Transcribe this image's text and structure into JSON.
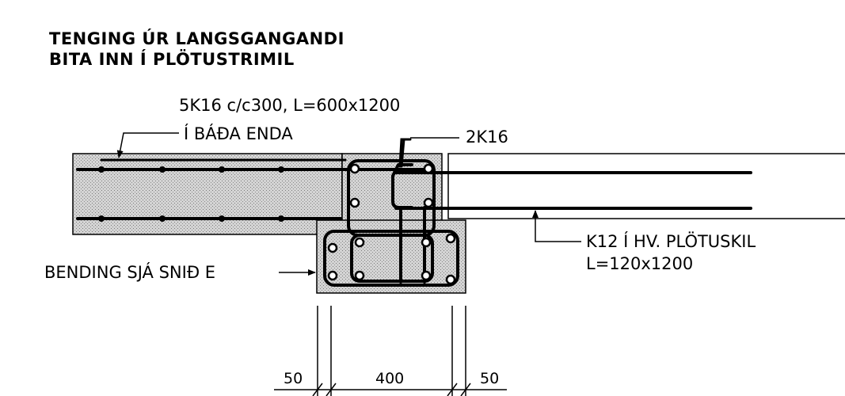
{
  "title": {
    "line1": "TENGING ÚR LANGSGANGANDI",
    "line2": "BITA INN Í PLÖTUSTRIMIL"
  },
  "annotations": {
    "top_bars": "5K16 c/c300, L=600x1200",
    "top_bars_note": "Í BÁÐA ENDA",
    "stirrup_bars": "2K16",
    "slab_bars": "K12 Í HV. PLÖTUSKIL",
    "slab_bars_length": "L=120x1200",
    "bending_ref": "BENDING SJÁ SNIÐ E"
  },
  "dimensions": {
    "left": "50",
    "middle": "400",
    "right": "50"
  }
}
